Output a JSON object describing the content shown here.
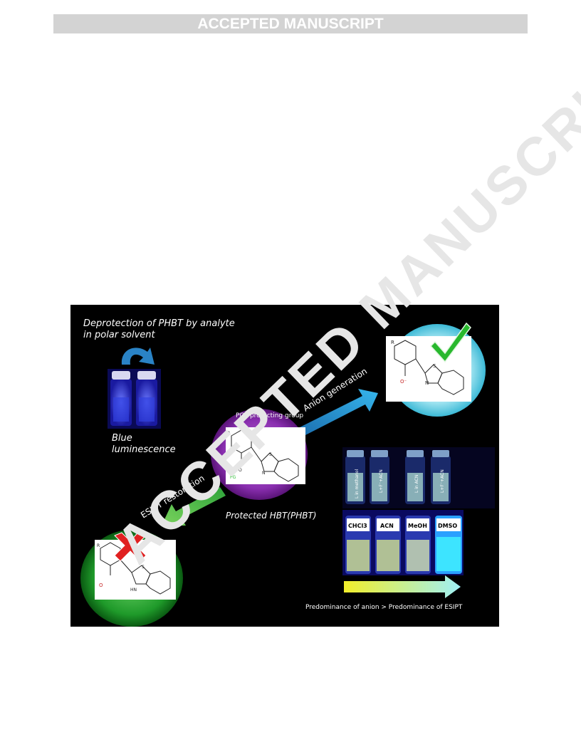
{
  "header": {
    "banner": "ACCEPTED MANUSCRIPT"
  },
  "watermark": "ACCEPTED MANUSCRIPT",
  "figure": {
    "deprotection_line1": "Deprotection  of PHBT by analyte",
    "deprotection_line2": "in polar solvent",
    "blue_line1": "Blue",
    "blue_line2": "luminescence",
    "pg_label": "PG=protecting group",
    "protected_label": "Protected HBT(PHBT)",
    "anion_generation": "Anion generation",
    "esipt_restoration": "ESIPT restoration",
    "predominance": "Predominance of  anion > Predominance of ESIPT",
    "vial_labels_top": [
      "L in methanol",
      "L+F⁻+ACN",
      "L in ACN",
      "L+F⁻+ACN"
    ],
    "solvents": [
      "CHCl3",
      "ACN",
      "MeOH",
      "DMSO"
    ],
    "chem": {
      "R": "R",
      "S": "S",
      "N": "N",
      "O_minus": "O⁻",
      "PG_O": "PG",
      "O": "O",
      "HN": "HN"
    }
  }
}
